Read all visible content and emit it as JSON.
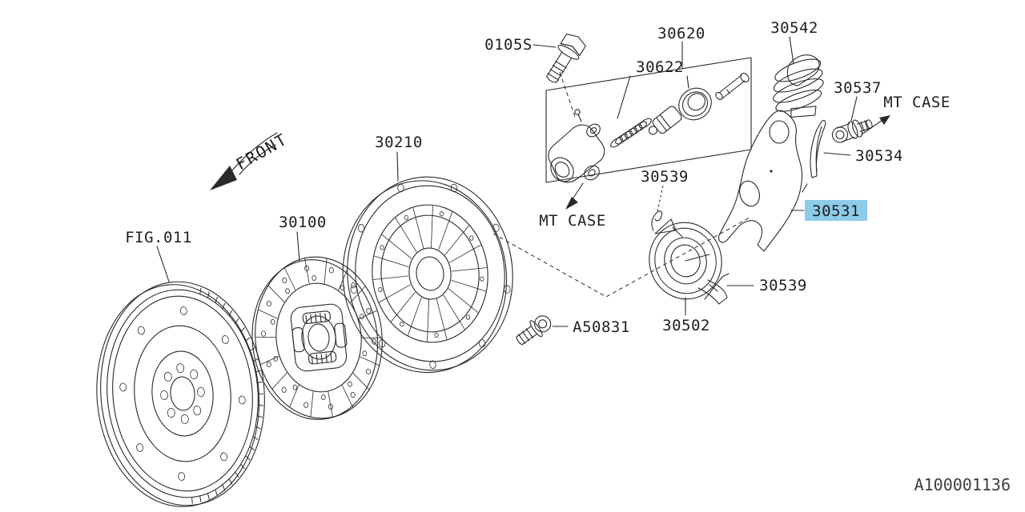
{
  "diagram": {
    "doc_number": "A100001136",
    "highlight_color": "#8ccbe9",
    "line_color": "#2a2a2a",
    "description": "Manual transmission clutch exploded parts diagram"
  },
  "labels": {
    "fig_ref": "FIG.011",
    "front": "FRONT",
    "mt_case_left": "MT CASE",
    "mt_case_right": "MT CASE",
    "bolt": "0105S",
    "operating_cylinder": "30620",
    "cylinder_kit": "30622",
    "boot": "30542",
    "switch_bolt": "30537",
    "rod": "30534",
    "release_fork": "30531",
    "clip_upper": "30539",
    "clip_lower": "30539",
    "release_bearing": "30502",
    "clutch_disc": "30100",
    "clutch_cover": "30210",
    "screw": "A50831"
  }
}
